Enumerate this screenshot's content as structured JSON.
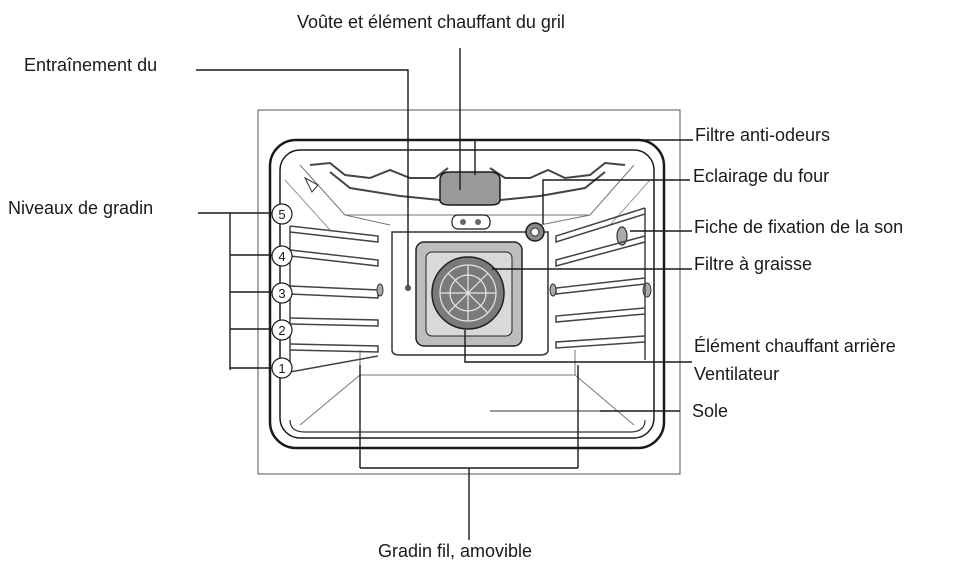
{
  "labels": {
    "top": "Voûte et élément chauffant du gril",
    "drive": "Entraînement du",
    "shelf_levels": "Niveaux de gradin",
    "odour_filter": "Filtre anti-odeurs",
    "oven_light": "Eclairage du four",
    "probe_socket": "Fiche de fixation de la son",
    "grease_filter": "Filtre à graisse",
    "rear_element": "Élément chauffant arrière",
    "fan": "Ventilateur",
    "floor": "Sole",
    "rack": "Gradin fil, amovible"
  },
  "levels": [
    "5",
    "4",
    "3",
    "2",
    "1"
  ],
  "colors": {
    "line": "#1a1a1a",
    "grey": "#8c8c8c",
    "light": "#d9d9d9"
  }
}
